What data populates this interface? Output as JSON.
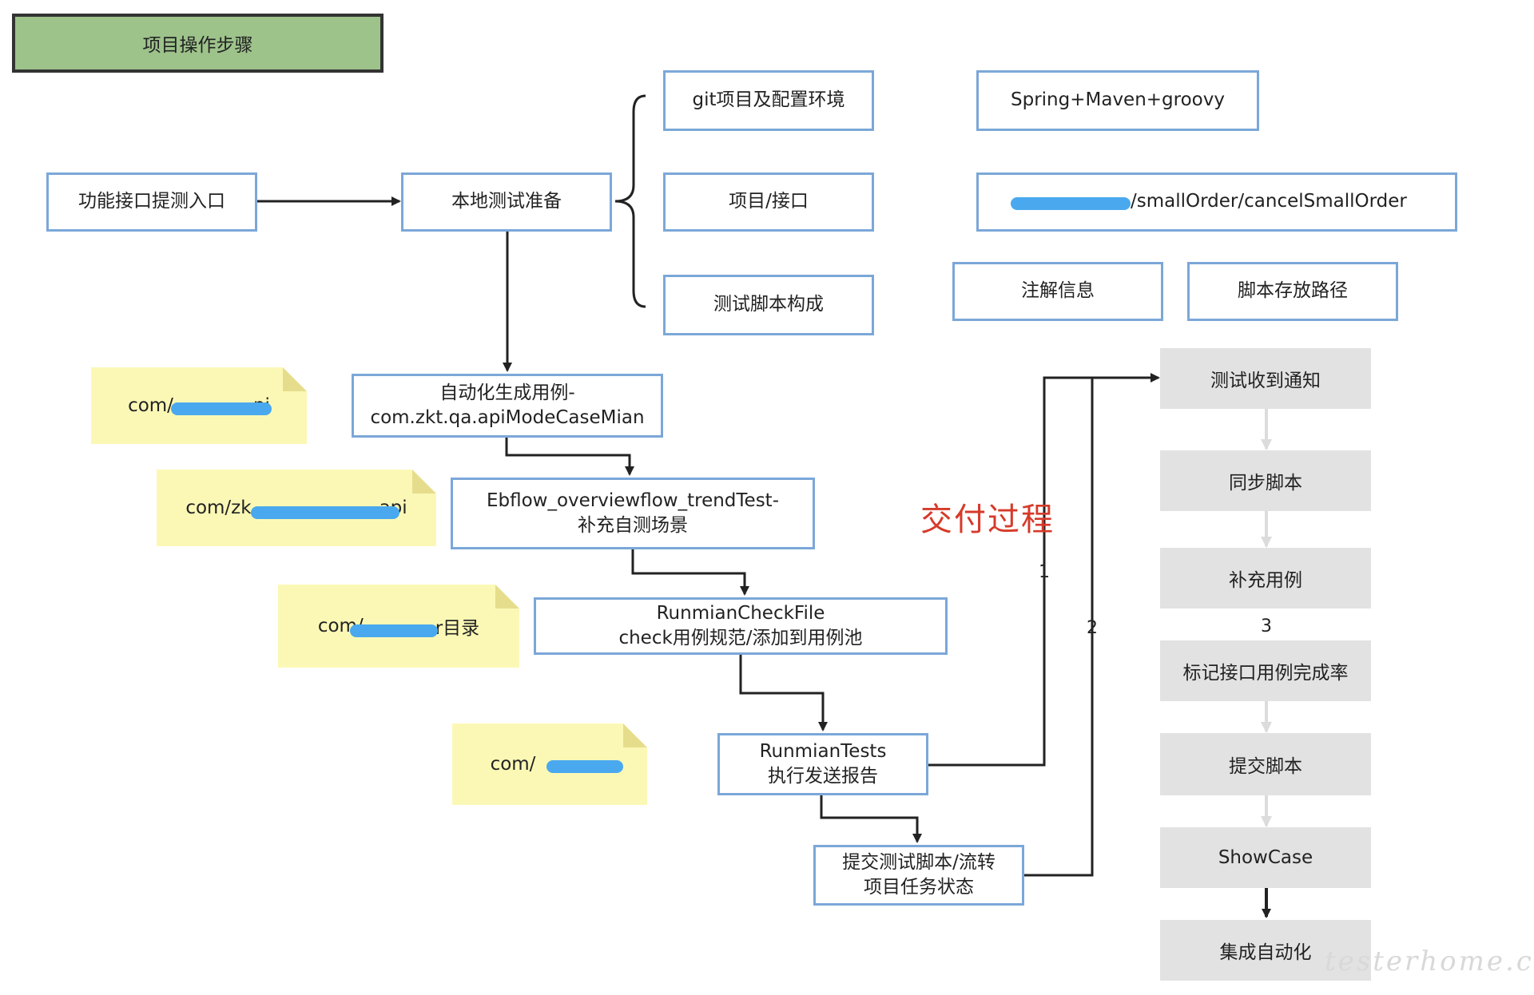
{
  "title": "项目操作步骤",
  "nodes": {
    "entry": "功能接口提测入口",
    "local_prep": "本地测试准备",
    "git_env": "git项目及配置环境",
    "project_api": "项目/接口",
    "script_compose": "测试脚本构成",
    "tech_stack": "Spring+Maven+groovy",
    "api_path": "/smallOrder/cancelSmallOrder",
    "annotation_info": "注解信息",
    "script_path": "脚本存放路径",
    "auto_gen": "自动化生成用例-\ncom.zkt.qa.apiModeCaseMian",
    "ebflow": "Ebflow_overviewflow_trendTest-\n补充自测场景",
    "check_file": "RunmianCheckFile\ncheck用例规范/添加到用例池",
    "run_tests": "RunmianTests\n执行发送报告",
    "submit": "提交测试脚本/流转\n项目任务状态"
  },
  "notes": {
    "note1": "com/",
    "note1_tail": "pi",
    "note2": "com/zk",
    "note2_tail": "api",
    "note3": "com/",
    "note3_tail": "r目录",
    "note4": "com/"
  },
  "delivery": {
    "label": "交付过程",
    "steps": [
      "测试收到通知",
      "同步脚本",
      "补充用例",
      "标记接口用例完成率",
      "提交脚本",
      "ShowCase",
      "集成自动化"
    ],
    "markers": [
      "1",
      "2",
      "3"
    ]
  },
  "watermark": "testerhome.com",
  "colors": {
    "box_border": "#7ba7d8",
    "title_fill": "#9dc38b",
    "note_fill": "#fbf8b6",
    "gray_fill": "#e2e2e2",
    "accent_red": "#d63a2a",
    "redaction_blue": "#4aa9ee"
  }
}
